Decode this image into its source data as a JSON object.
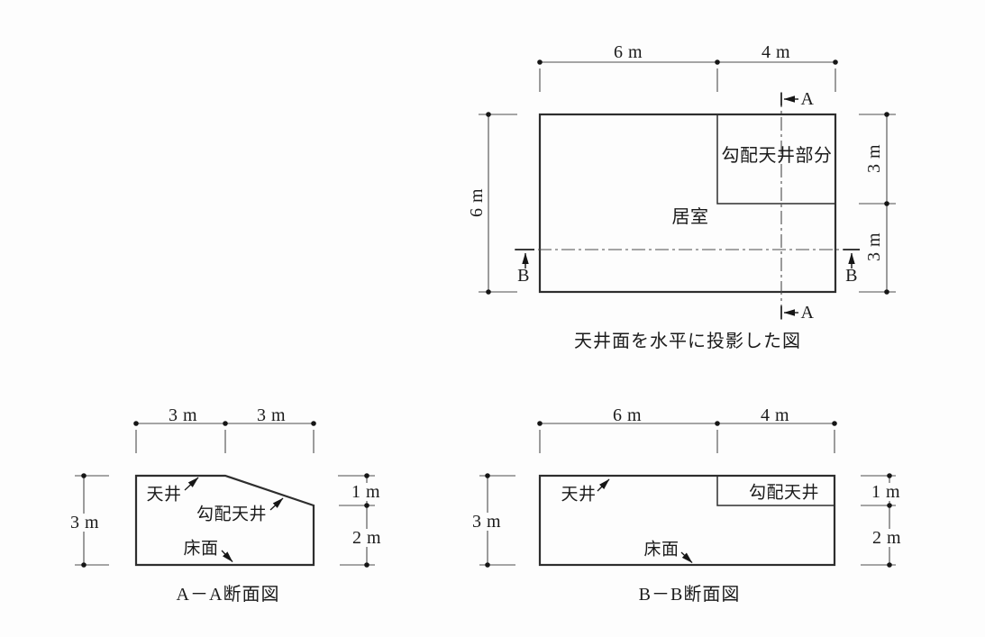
{
  "drawing_title": "天井面を水平に投影した図",
  "colors": {
    "background": "#fdfdfd",
    "outline": "#2e2e2e",
    "dimension_line": "#4d4d4d",
    "text": "#1b1b1b"
  },
  "plan": {
    "caption": "天井面を水平に投影した図",
    "room_label": "居室",
    "sloped_area_label": "勾配天井部分",
    "dim_top_left": "6 m",
    "dim_top_right": "4 m",
    "dim_left": "6 m",
    "dim_right_top": "3 m",
    "dim_right_bottom": "3 m",
    "section_mark_a": "A",
    "section_mark_b": "B"
  },
  "section_aa": {
    "caption": "A－A断面図",
    "ceiling_label": "天井",
    "sloped_ceiling_label": "勾配天井",
    "floor_label": "床面",
    "dim_top_left": "3 m",
    "dim_top_right": "3 m",
    "dim_left": "3 m",
    "dim_right_top": "1 m",
    "dim_right_bottom": "2 m"
  },
  "section_bb": {
    "caption": "B－B断面図",
    "ceiling_label": "天井",
    "sloped_ceiling_label": "勾配天井",
    "floor_label": "床面",
    "dim_top_left": "6 m",
    "dim_top_right": "4 m",
    "dim_left": "3 m",
    "dim_right_top": "1 m",
    "dim_right_bottom": "2 m"
  }
}
